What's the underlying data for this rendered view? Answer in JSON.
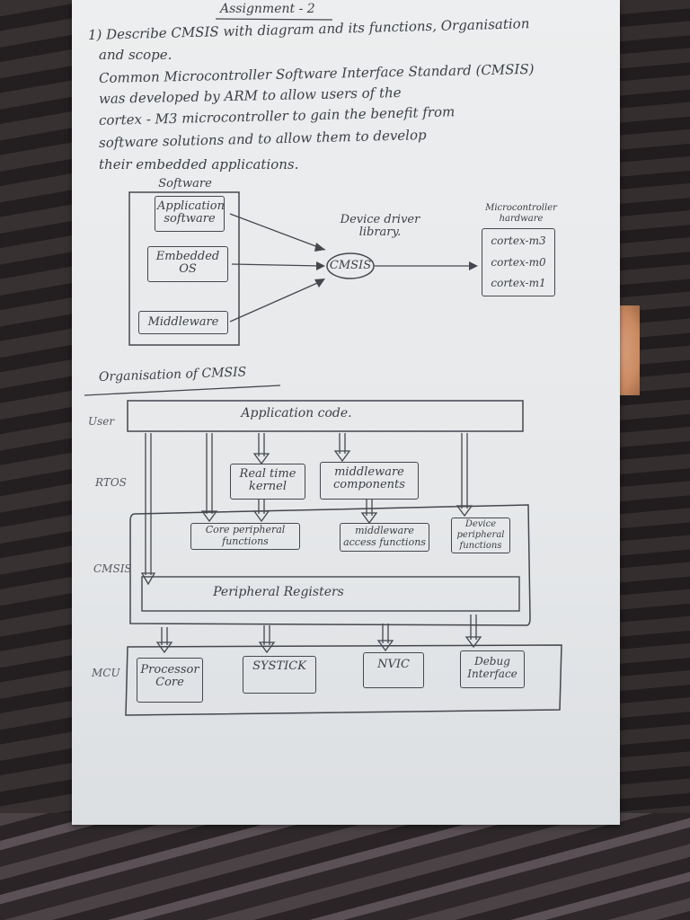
{
  "title": "Assignment - 2",
  "question": {
    "line1": "1) Describe CMSIS with diagram and its functions, Organisation",
    "line2": "and scope."
  },
  "answer_lines": [
    "Common Microcontroller Software Interface Standard (CMSIS)",
    "was developed by ARM to allow users of the",
    "cortex - M3 microcontroller to gain the benefit from",
    "software solutions and to allow them to develop",
    "their embedded applications."
  ],
  "diagram1": {
    "software_heading": "Software",
    "software_items": [
      "Application software",
      "Embedded OS",
      "Middleware"
    ],
    "driver_label": "Device driver library.",
    "center": "CMSIS",
    "hardware_heading": "Microcontroller hardware",
    "hardware_items": [
      "cortex-m3",
      "cortex-m0",
      "cortex-m1"
    ]
  },
  "organisation_heading": "Organisation of CMSIS",
  "diagram2": {
    "layers": {
      "user": "User",
      "rtos": "RTOS",
      "cmsis": "CMSIS",
      "mcu": "MCU"
    },
    "application_code": "Application code.",
    "real_time_kernel": "Real time kernel",
    "middleware_components": "middleware components",
    "core_peripheral_functions": "Core peripheral functions",
    "middleware_access_functions": "middleware access functions",
    "device_peripheral_functions": "Device peripheral functions",
    "peripheral_registers": "Peripheral Registers",
    "mcu_blocks": [
      "Processor Core",
      "SYSTICK",
      "NVIC",
      "Debug Interface"
    ]
  },
  "colors": {
    "paper": "#e8eaec",
    "ink": "#3c3f46",
    "background": "#2b2626"
  }
}
